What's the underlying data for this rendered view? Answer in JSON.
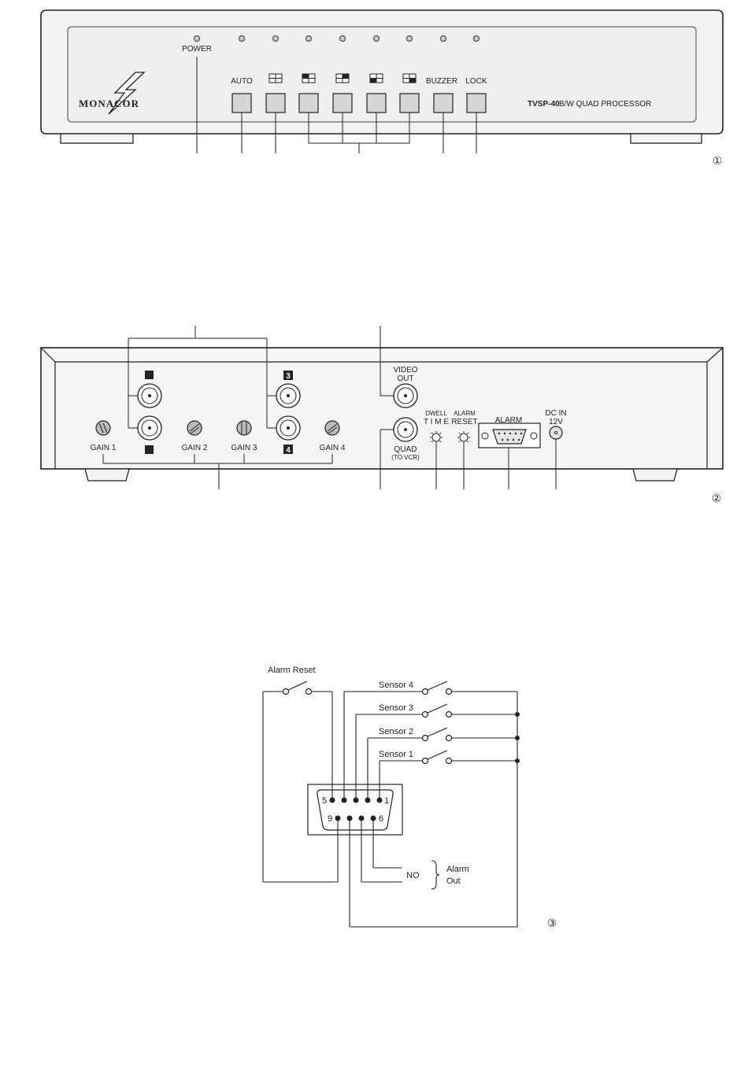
{
  "figure1": {
    "brand": "MONACOR",
    "model_code": "TVSP-40",
    "model_desc": "B/W QUAD PROCESSOR",
    "power_label": "POWER",
    "auto_label": "AUTO",
    "buzzer_label": "BUZZER",
    "lock_label": "LOCK",
    "led_count": 9,
    "figure_number": "①"
  },
  "figure2": {
    "video_out_line1": "VIDEO",
    "video_out_line2": "OUT",
    "input3_badge": "3",
    "input4_badge": "4",
    "gain_labels": [
      "GAIN 1",
      "GAIN 2",
      "GAIN 3",
      "GAIN 4"
    ],
    "quad_label": "QUAD",
    "quad_sub": "(TO VCR)",
    "dwell_label": "DWELL",
    "time_label": "T I M E",
    "alarm_reset_line1": "ALARM",
    "alarm_reset_line2": "RESET",
    "alarm_label": "ALARM",
    "dc_in_line1": "DC   IN",
    "dc_in_line2": "12V",
    "figure_number": "②"
  },
  "figure3": {
    "alarm_reset_label": "Alarm Reset",
    "sensors": [
      "Sensor 4",
      "Sensor 3",
      "Sensor 2",
      "Sensor 1"
    ],
    "pins_top": [
      "5",
      "1"
    ],
    "pins_bottom": [
      "9",
      "6"
    ],
    "no_label": "NO",
    "alarm_out_line1": "Alarm",
    "alarm_out_line2": "Out",
    "figure_number": "③"
  }
}
